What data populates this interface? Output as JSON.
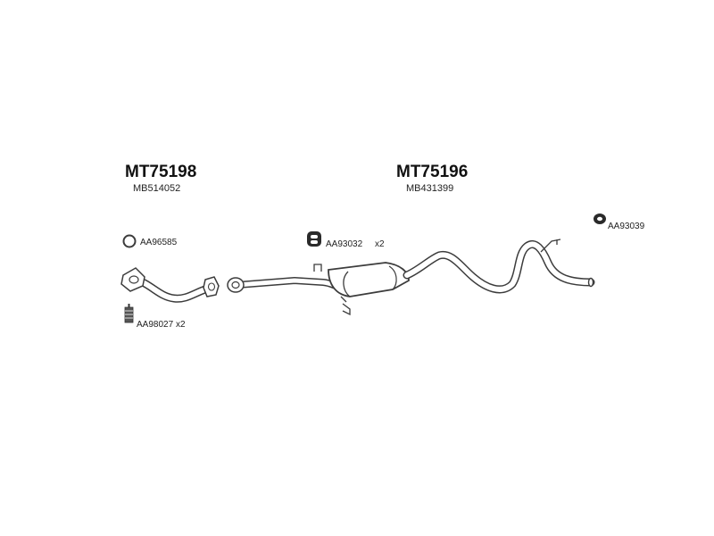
{
  "assemblies": [
    {
      "code": "MT75198",
      "oe_number": "MB514052"
    },
    {
      "code": "MT75196",
      "oe_number": "MB431399"
    }
  ],
  "parts": [
    {
      "number": "AA96585",
      "qty": "",
      "icon": "gasket-ring-icon"
    },
    {
      "number": "AA98027",
      "qty": "x2",
      "icon": "spring-bolt-icon"
    },
    {
      "number": "AA93032",
      "qty": "x2",
      "icon": "rubber-mount-icon"
    },
    {
      "number": "AA93039",
      "qty": "",
      "icon": "rubber-mount-icon"
    }
  ],
  "colors": {
    "line": "#3c3c3c",
    "text": "#222222",
    "background": "#ffffff"
  }
}
